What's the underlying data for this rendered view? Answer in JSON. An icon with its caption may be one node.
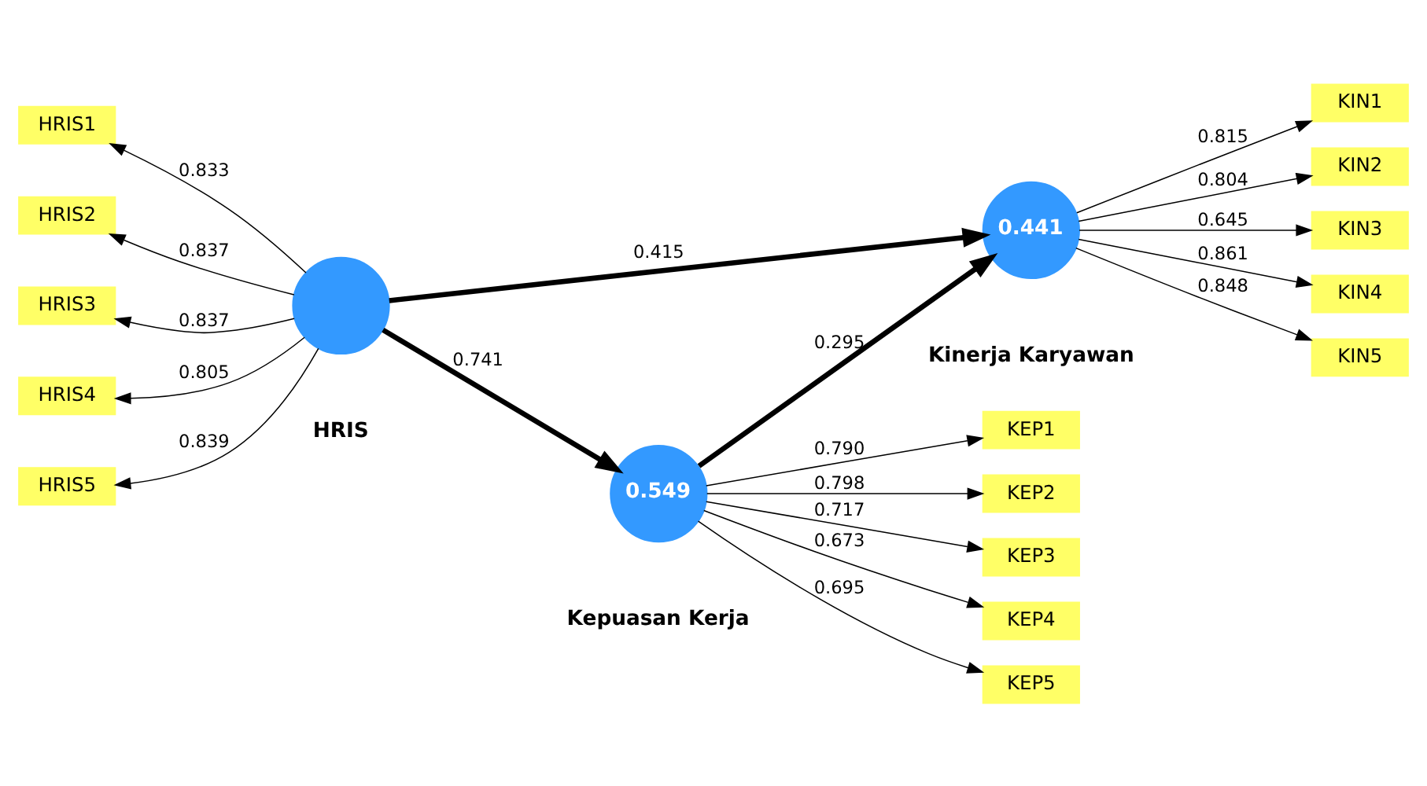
{
  "diagram": {
    "nodes": [
      {
        "text": [
          "HRIS1"
        ]
      },
      {
        "text": [
          "HRIS2"
        ]
      },
      {
        "text": [
          "HRIS3"
        ]
      },
      {
        "text": [
          "HRIS4"
        ]
      },
      {
        "text": [
          "HRIS5"
        ]
      },
      {
        "text": [
          "KIN1"
        ]
      },
      {
        "text": [
          "KIN2"
        ]
      },
      {
        "text": [
          "KIN3"
        ]
      },
      {
        "text": [
          "KIN4"
        ]
      },
      {
        "text": [
          "KIN5"
        ]
      },
      {
        "text": [],
        "shape": "circle",
        "beside": [
          "HRIS"
        ]
      },
      {
        "text": [
          "0.441"
        ],
        "beside": [
          "Kinerja Karyawan"
        ]
      },
      {
        "text": [
          "0.549"
        ],
        "beside": [
          "Kepuasan Kerja"
        ]
      },
      {
        "text": [
          "KEP1"
        ]
      },
      {
        "text": [
          "KEP2"
        ]
      },
      {
        "text": [
          "KEP3"
        ]
      },
      {
        "text": [
          "KEP4"
        ]
      },
      {
        "text": [
          "KEP5"
        ]
      }
    ],
    "edges": [
      {
        "from": 10,
        "to": 0,
        "arrow": "to",
        "label": "0.833"
      },
      {
        "from": 10,
        "to": 1,
        "arrow": "to",
        "label": "0.837"
      },
      {
        "from": 10,
        "to": 2,
        "arrow": "to",
        "label": "0.837"
      },
      {
        "from": 10,
        "to": 3,
        "arrow": "to",
        "label": "0.805"
      },
      {
        "from": 10,
        "to": 4,
        "arrow": "to",
        "label": "0.839"
      },
      {
        "from": 11,
        "to": 5,
        "arrow": "to",
        "label": "0.815"
      },
      {
        "from": 11,
        "to": 6,
        "arrow": "to",
        "label": "0.804"
      },
      {
        "from": 11,
        "to": 7,
        "arrow": "to",
        "label": "0.645"
      },
      {
        "from": 11,
        "to": 8,
        "arrow": "to",
        "label": "0.861"
      },
      {
        "from": 11,
        "to": 9,
        "arrow": "to",
        "label": "0.848"
      },
      {
        "from": 10,
        "to": 11,
        "arrow": "to",
        "label": "0.415",
        "style": "thick"
      },
      {
        "from": 10,
        "to": 12,
        "arrow": "to",
        "label": "0.741",
        "style": "thick"
      },
      {
        "from": 12,
        "to": 11,
        "arrow": "to",
        "label": "0.295",
        "style": "thick"
      },
      {
        "from": 12,
        "to": 13,
        "arrow": "to",
        "label": "0.790"
      },
      {
        "from": 12,
        "to": 14,
        "arrow": "to",
        "label": "0.798"
      },
      {
        "from": 12,
        "to": 15,
        "arrow": "to",
        "label": "0.717"
      },
      {
        "from": 12,
        "to": 16,
        "arrow": "to",
        "label": "0.673"
      },
      {
        "from": 12,
        "to": 17,
        "arrow": "to",
        "label": "0.695"
      }
    ]
  }
}
